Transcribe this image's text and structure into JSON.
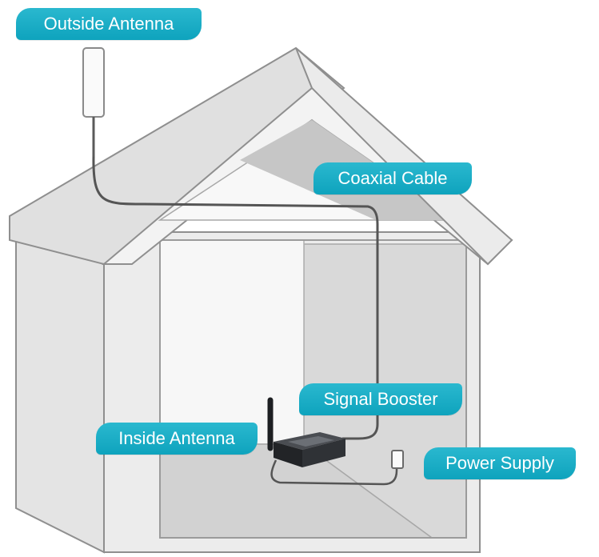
{
  "labels": {
    "outside_antenna": "Outside Antenna",
    "coaxial_cable": "Coaxial Cable",
    "signal_booster": "Signal Booster",
    "inside_antenna": "Inside Antenna",
    "power_supply": "Power Supply"
  },
  "colors": {
    "label_fill": "#16a9c2",
    "label_text": "#ffffff",
    "house_wall": "#e6e6e6",
    "house_outline": "#9a9a9a",
    "roof_inner": "#c9c9c9",
    "cable": "#5a5a5a",
    "booster_body": "#2f3236"
  }
}
